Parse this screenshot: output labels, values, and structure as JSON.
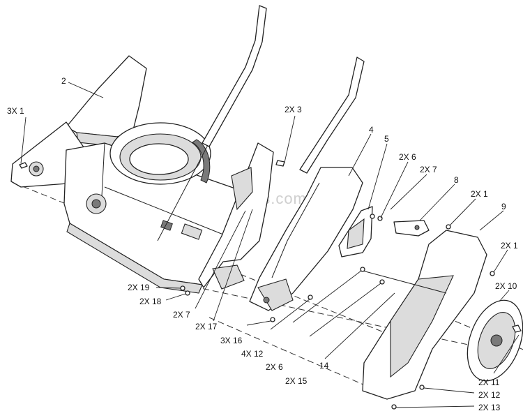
{
  "watermark": "eReplacementParts.com",
  "callouts": [
    {
      "id": "c-3x1-left",
      "text": "3X 1"
    },
    {
      "id": "c-2",
      "text": "2"
    },
    {
      "id": "c-2x3",
      "text": "2X 3"
    },
    {
      "id": "c-4",
      "text": "4"
    },
    {
      "id": "c-5",
      "text": "5"
    },
    {
      "id": "c-2x6-top",
      "text": "2X 6"
    },
    {
      "id": "c-2x7-top",
      "text": "2X 7"
    },
    {
      "id": "c-8",
      "text": "8"
    },
    {
      "id": "c-2x1-mid",
      "text": "2X 1"
    },
    {
      "id": "c-9",
      "text": "9"
    },
    {
      "id": "c-2x1-right",
      "text": "2X 1"
    },
    {
      "id": "c-2x10",
      "text": "2X 10"
    },
    {
      "id": "c-2x19",
      "text": "2X 19"
    },
    {
      "id": "c-2x18",
      "text": "2X 18"
    },
    {
      "id": "c-2x7-bottom",
      "text": "2X 7"
    },
    {
      "id": "c-2x17",
      "text": "2X 17"
    },
    {
      "id": "c-3x16",
      "text": "3X 16"
    },
    {
      "id": "c-4x12",
      "text": "4X 12"
    },
    {
      "id": "c-2x6-bottom",
      "text": "2X 6"
    },
    {
      "id": "c-2x15",
      "text": "2X 15"
    },
    {
      "id": "c-14",
      "text": "14"
    },
    {
      "id": "c-2x11",
      "text": "2X 11"
    },
    {
      "id": "c-2x12",
      "text": "2X 12"
    },
    {
      "id": "c-2x13",
      "text": "2X 13"
    }
  ]
}
